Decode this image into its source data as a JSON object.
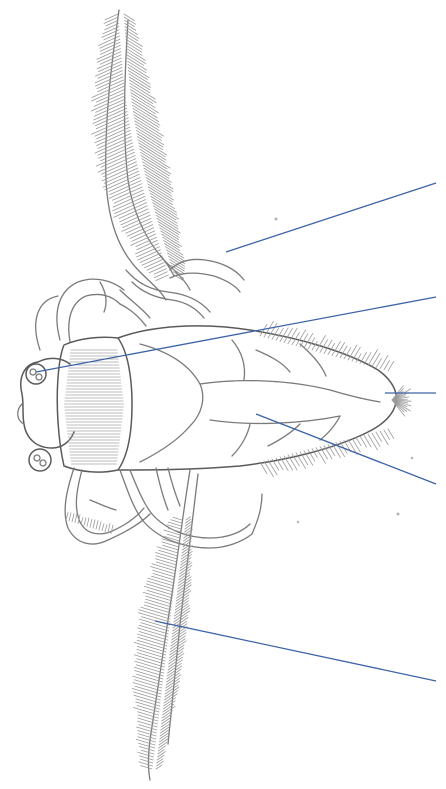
{
  "figure": {
    "subject": "insect-line-drawing",
    "line_color": "#7a7a7a",
    "leader_color": "#3d64a8",
    "background": "#ffffff"
  },
  "callouts": [
    {
      "id": "leg-tip",
      "label": ""
    },
    {
      "id": "eye",
      "label": ""
    },
    {
      "id": "abdomen-tip",
      "label": ""
    },
    {
      "id": "thorax",
      "label": ""
    },
    {
      "id": "lower-leg",
      "label": ""
    }
  ]
}
